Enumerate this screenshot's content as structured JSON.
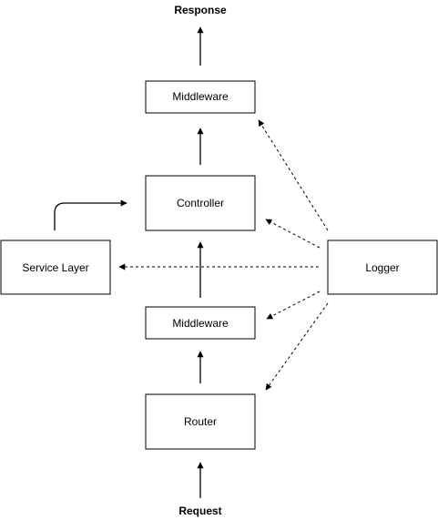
{
  "diagram": {
    "top_label": "Response",
    "bottom_label": "Request",
    "nodes": {
      "middleware_top": "Middleware",
      "controller": "Controller",
      "service_layer": "Service Layer",
      "logger": "Logger",
      "middleware_bottom": "Middleware",
      "router": "Router"
    }
  }
}
